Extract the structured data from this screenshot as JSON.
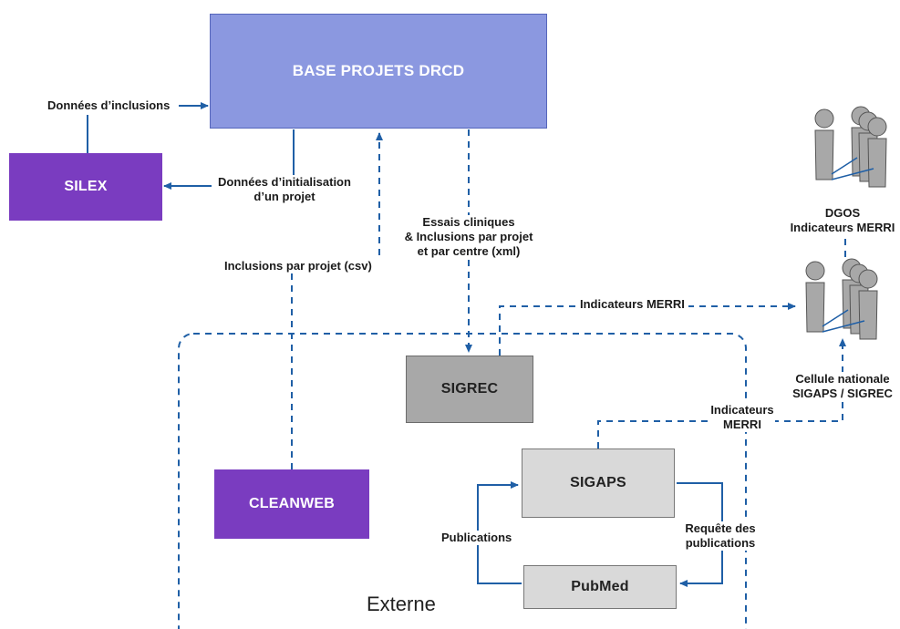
{
  "boxes": {
    "base": "BASE PROJETS DRCD",
    "silex": "SILEX",
    "sigrec": "SIGREC",
    "cleanweb": "CLEANWEB",
    "sigaps": "SIGAPS",
    "pubmed": "PubMed"
  },
  "region": {
    "label": "Externe"
  },
  "labels": {
    "donnees_inclusions": "Données d’inclusions",
    "init_line1": "Données d’initialisation",
    "init_line2": "d’un projet",
    "inclusions_csv": "Inclusions par projet (csv)",
    "essais_line1": "Essais cliniques",
    "essais_line2": "& Inclusions par projet",
    "essais_line3": "et par centre (xml)",
    "indicateurs_merri_top": "Indicateurs MERRI",
    "indicateurs_line1": "Indicateurs",
    "indicateurs_line2": "MERRI",
    "publications": "Publications",
    "requete_line1": "Requête des",
    "requete_line2": "publications"
  },
  "actors": {
    "dgos_line1": "DGOS",
    "dgos_line2": "Indicateurs MERRI",
    "cellule_line1": "Cellule nationale",
    "cellule_line2": "SIGAPS / SIGREC"
  },
  "colors": {
    "base_fill": "#8b98e0",
    "base_border": "#5566bb",
    "purple": "#7a3cc0",
    "sigrec_fill": "#a8a8a8",
    "light_fill": "#d9d9d9",
    "arrow": "#1f5fa6"
  }
}
